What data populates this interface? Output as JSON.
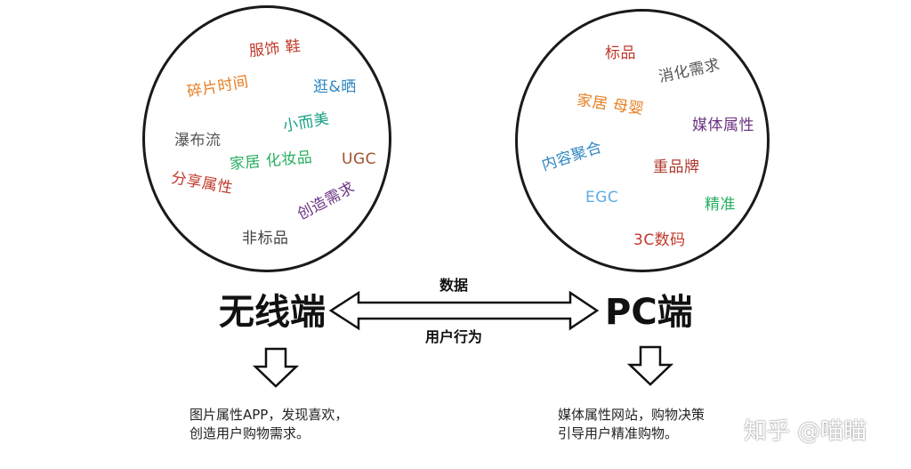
{
  "left_circle": {
    "tags": [
      "服饰 鞋",
      "碎片时间",
      "逛&晒",
      "小而美",
      "瀑布流",
      "家居 化妆品",
      "UGC",
      "分享属性",
      "创造需求",
      "非标品"
    ],
    "colors": [
      "#c0392b",
      "#e67e22",
      "#2e86c1",
      "#16a085",
      "#555555",
      "#27ae60",
      "#a0522d",
      "#c0392b",
      "#6c3483",
      "#444444"
    ]
  },
  "right_circle": {
    "tags": [
      "标品",
      "消化需求",
      "家居 母婴",
      "媒体属性",
      "内容聚合",
      "重品牌",
      "EGC",
      "精准",
      "3C数码"
    ],
    "colors": [
      "#c0392b",
      "#555555",
      "#e67e22",
      "#6c3483",
      "#2e86c1",
      "#b03a2e",
      "#5dade2",
      "#27ae60",
      "#c0392b"
    ]
  },
  "left_label": "无线端",
  "right_label": "PC端",
  "arrow_top_label": "数据",
  "arrow_bottom_label": "用户行为",
  "left_desc": [
    "图片属性APP，发现喜欢，",
    "创造用户购物需求。"
  ],
  "right_desc": [
    "媒体属性网站，购物决策",
    "引导用户精准购物。"
  ],
  "watermark": "知乎 @喵瞄"
}
